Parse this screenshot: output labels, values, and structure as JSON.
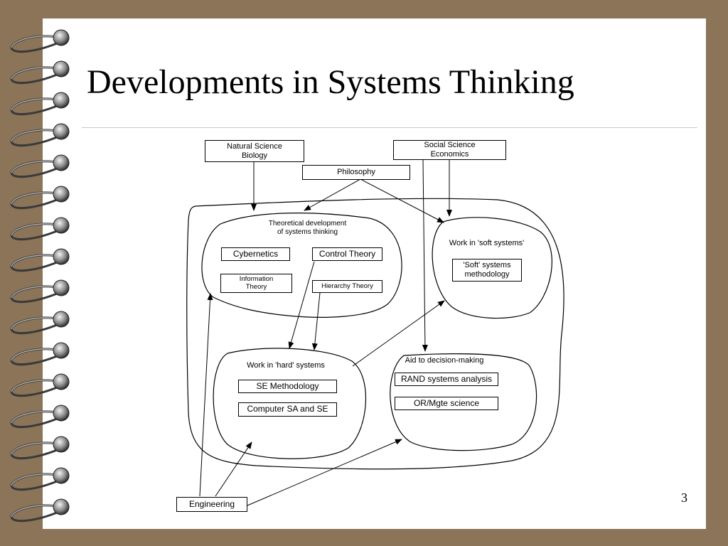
{
  "slide": {
    "title": "Developments in Systems Thinking",
    "page_number": "3"
  },
  "diagram": {
    "sources": {
      "natural_science": "Natural Science\nBiology",
      "social_science": "Social Science\nEconomics",
      "philosophy": "Philosophy",
      "engineering": "Engineering"
    },
    "regions": {
      "theoretical": {
        "label": "Theoretical development\nof systems thinking",
        "items": [
          "Cybernetics",
          "Control Theory",
          "Information\nTheory",
          "Hierarchy Theory"
        ]
      },
      "soft": {
        "label": "Work in 'soft systems'",
        "items": [
          "'Soft' systems\nmethodology"
        ]
      },
      "hard": {
        "label": "Work in 'hard' systems",
        "items": [
          "SE Methodology",
          "Computer SA and SE"
        ]
      },
      "decision": {
        "label": "Aid to decision-making",
        "items": [
          "RAND systems analysis",
          "OR/Mgte science"
        ]
      }
    }
  }
}
